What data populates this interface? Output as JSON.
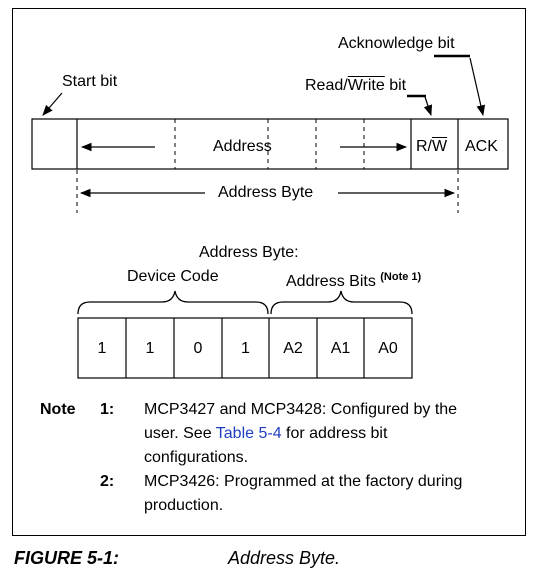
{
  "labels": {
    "acknowledge_bit": "Acknowledge bit",
    "start_bit": "Start bit",
    "read_write_prefix": "Read/",
    "read_write_over": "Write",
    "read_write_suffix": " bit",
    "address": "Address",
    "rw_cell_prefix": "R/",
    "rw_cell_over": "W",
    "ack": "ACK",
    "address_byte_span": "Address Byte",
    "address_byte_title": "Address Byte:",
    "device_code": "Device Code",
    "address_bits": "Address Bits",
    "note1_ref": "(Note 1)"
  },
  "bits": [
    "1",
    "1",
    "0",
    "1",
    "A2",
    "A1",
    "A0"
  ],
  "notes": {
    "heading": "Note",
    "items": [
      {
        "num": "1:",
        "text_before": "MCP3427 and MCP3428: Configured by the user. See ",
        "link": "Table 5-4",
        "text_after": " for address bit configurations."
      },
      {
        "num": "2:",
        "text_before": "MCP3426: Programmed at the factory during production.",
        "link": "",
        "text_after": ""
      }
    ]
  },
  "figure": {
    "number": "FIGURE 5-1:",
    "title": "Address Byte."
  }
}
